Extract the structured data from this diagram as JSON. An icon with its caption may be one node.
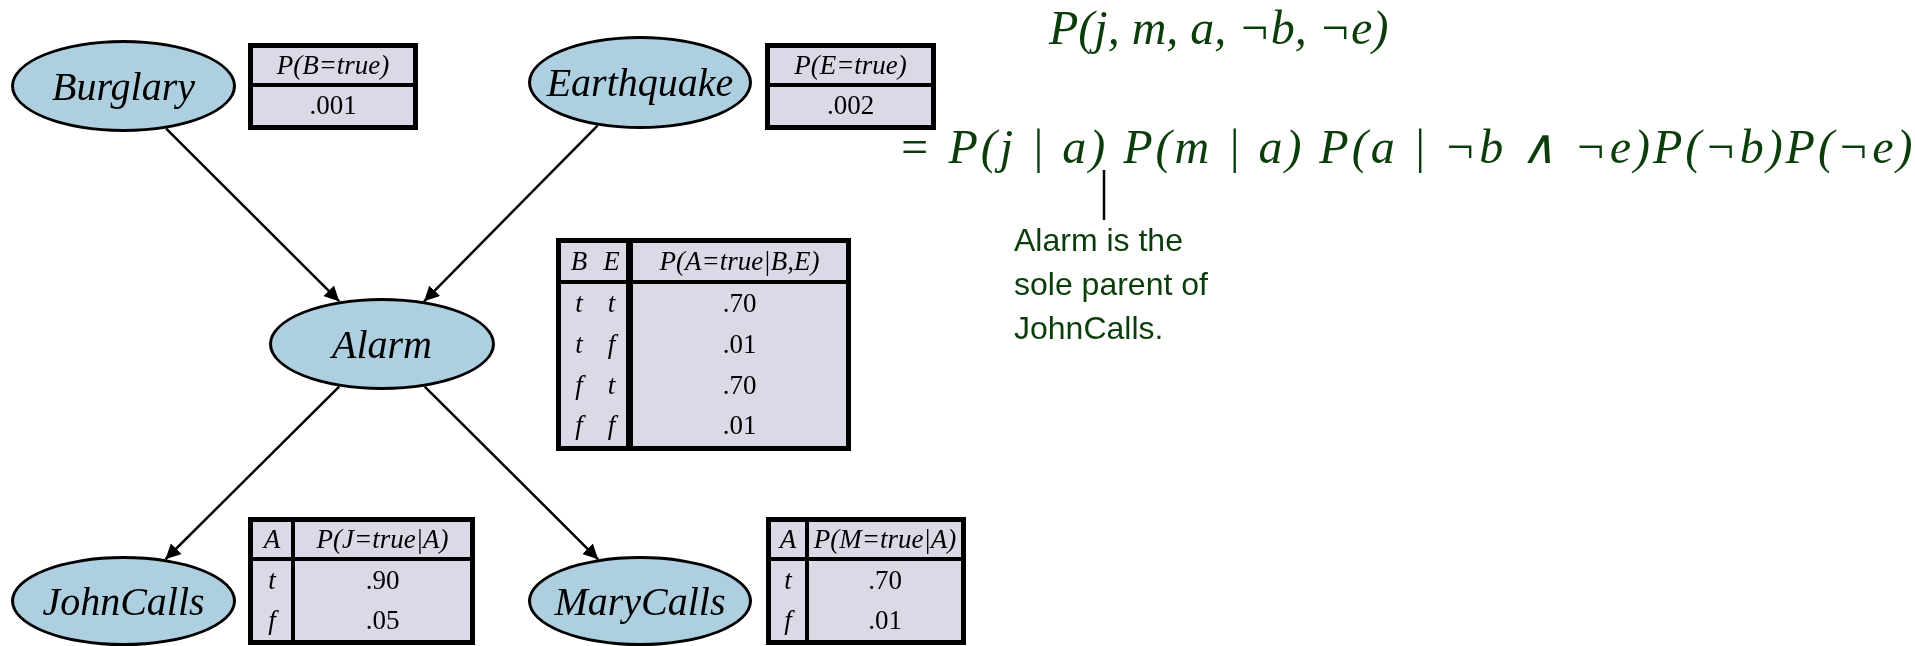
{
  "diagram": {
    "nodes": [
      {
        "text": [
          "Burglary"
        ],
        "beside": [
          "P(B=true)",
          ".001"
        ]
      },
      {
        "text": [
          "Earthquake"
        ],
        "beside": [
          "P(E=true)",
          ".002"
        ]
      },
      {
        "text": [
          "Alarm"
        ],
        "beside": [
          "B",
          "E",
          "P(A=true|B,E)",
          "t",
          "t",
          ".70",
          "t",
          "f",
          ".01",
          "f",
          "t",
          ".70",
          "f",
          "f",
          ".01"
        ]
      },
      {
        "text": [
          "JohnCalls"
        ],
        "beside": [
          "A",
          "P(J=true|A)",
          "t",
          ".90",
          "f",
          ".05"
        ]
      },
      {
        "text": [
          "MaryCalls"
        ],
        "beside": [
          "A",
          "P(M=true|A)",
          "t",
          ".70",
          "f",
          ".01"
        ]
      },
      {
        "text": [
          "Alarm is the sole parent of JohnCalls."
        ]
      },
      {
        "text": [
          "= P(j | a) P(m | a) P(a | ¬b ∧ ¬e)P(¬b)P(¬e)"
        ]
      }
    ],
    "edges": [
      {
        "from": 0,
        "to": 2,
        "arrow": "to"
      },
      {
        "from": 1,
        "to": 2,
        "arrow": "to"
      },
      {
        "from": 2,
        "to": 3,
        "arrow": "to"
      },
      {
        "from": 2,
        "to": 4,
        "arrow": "to"
      },
      {
        "from": 5,
        "to": 6,
        "arrow": "none"
      }
    ],
    "labels": [
      "P(j, m, a, ¬b, ¬e)"
    ]
  }
}
